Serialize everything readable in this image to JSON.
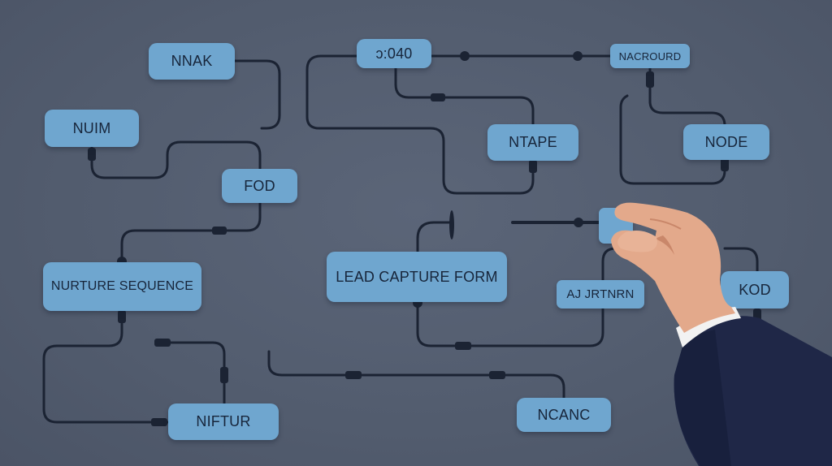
{
  "nodes": [
    {
      "id": "nnak",
      "label": "NNAK"
    },
    {
      "id": "nuim",
      "label": "NUIM"
    },
    {
      "id": "fod",
      "label": "FOD"
    },
    {
      "id": "time",
      "label": "ɔ:040"
    },
    {
      "id": "nacrourd",
      "label": "NACROURD"
    },
    {
      "id": "ntape",
      "label": "NTAPE"
    },
    {
      "id": "node",
      "label": "NODE"
    },
    {
      "id": "nurture",
      "label": "NURTURE SEQUENCE"
    },
    {
      "id": "lead",
      "label": "LEAD CAPTURE FORM"
    },
    {
      "id": "ajrtnrn",
      "label": "AJ JRTNRN"
    },
    {
      "id": "kod",
      "label": "KOD"
    },
    {
      "id": "niftur",
      "label": "NIFTUR"
    },
    {
      "id": "ncanc",
      "label": "NCANC"
    },
    {
      "id": "blank",
      "label": ""
    }
  ],
  "colors": {
    "background": "#535d70",
    "node_fill": "#6fa6cf",
    "node_text": "#17253a",
    "wire": "#1b2333",
    "skin": "#e3a98b",
    "sleeve": "#1f2747"
  }
}
